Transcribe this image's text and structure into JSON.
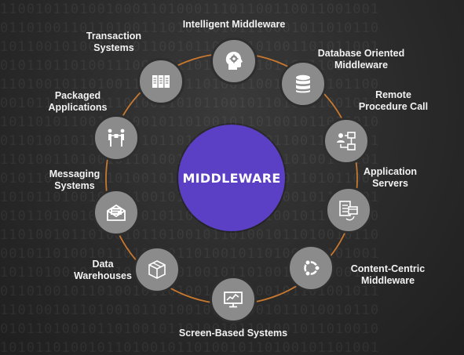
{
  "center_label": "MIDDLEWARE",
  "nodes": [
    {
      "label": "Intelligent Middleware",
      "icon": "head-gear-icon"
    },
    {
      "label": "Database Oriented Middleware",
      "icon": "database-icon"
    },
    {
      "label": "Remote Procedure Call",
      "icon": "procedure-flow-icon"
    },
    {
      "label": "Application Servers",
      "icon": "server-window-icon"
    },
    {
      "label": "Content-Centric Middleware",
      "icon": "ubuntu-hub-icon"
    },
    {
      "label": "Screen-Based Systems",
      "icon": "monitor-chart-icon"
    },
    {
      "label": "Data Warehouses",
      "icon": "box-icon"
    },
    {
      "label": "Messaging Systems",
      "icon": "envelope-icon"
    },
    {
      "label": "Packaged Applications",
      "icon": "handover-icon"
    },
    {
      "label": "Transaction Systems",
      "icon": "server-rack-icon"
    }
  ],
  "colors": {
    "ring": "#c8782e",
    "node": "#8b8b8b",
    "center": "#5b3fc4",
    "text": "#f2f2f2"
  }
}
